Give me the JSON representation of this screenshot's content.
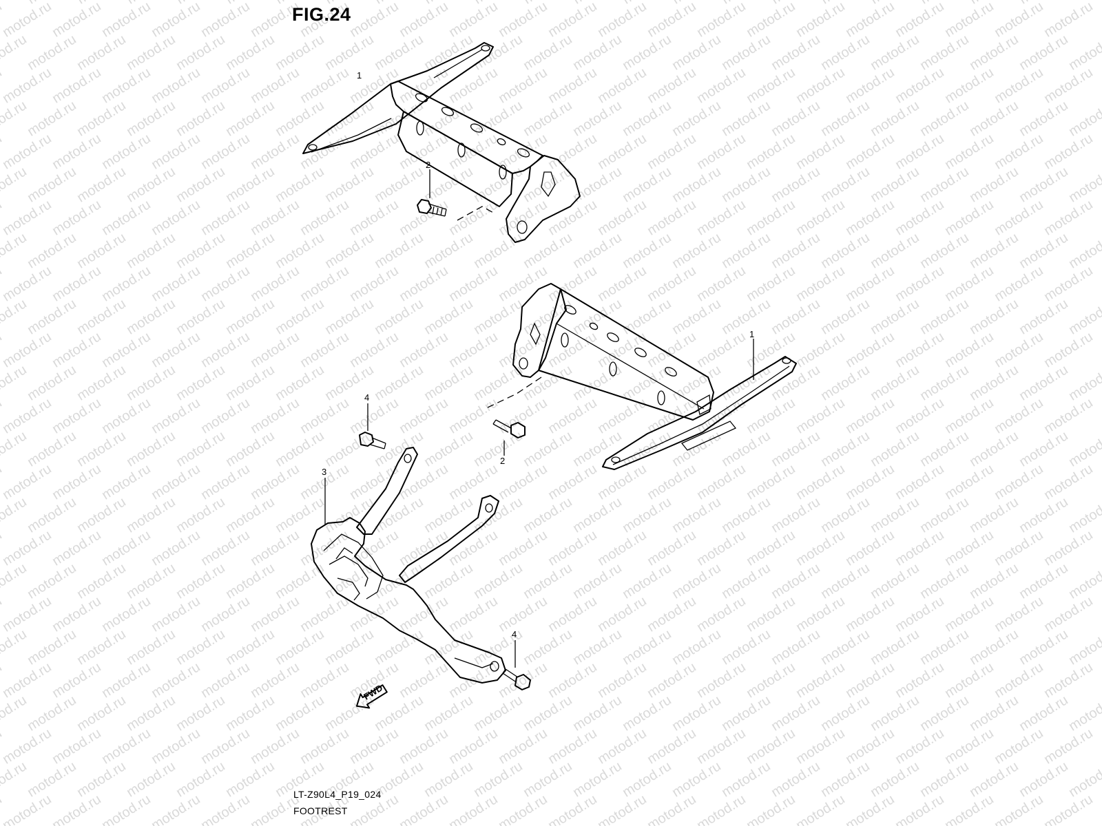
{
  "figure": {
    "title": "FIG.24",
    "model_code": "LT-Z90L4_P19_024",
    "part_name": "FOOTREST"
  },
  "watermark": {
    "text": "motod.ru"
  },
  "callouts": {
    "footrest_bracket_upper": "1",
    "bolt_upper": "2",
    "footrest_bracket_lower": "1",
    "bolt_lower": "2",
    "footrest_guard": "3",
    "bolt_guard_top": "4",
    "bolt_guard_bottom": "4"
  },
  "arrow": {
    "label": "FWD"
  }
}
